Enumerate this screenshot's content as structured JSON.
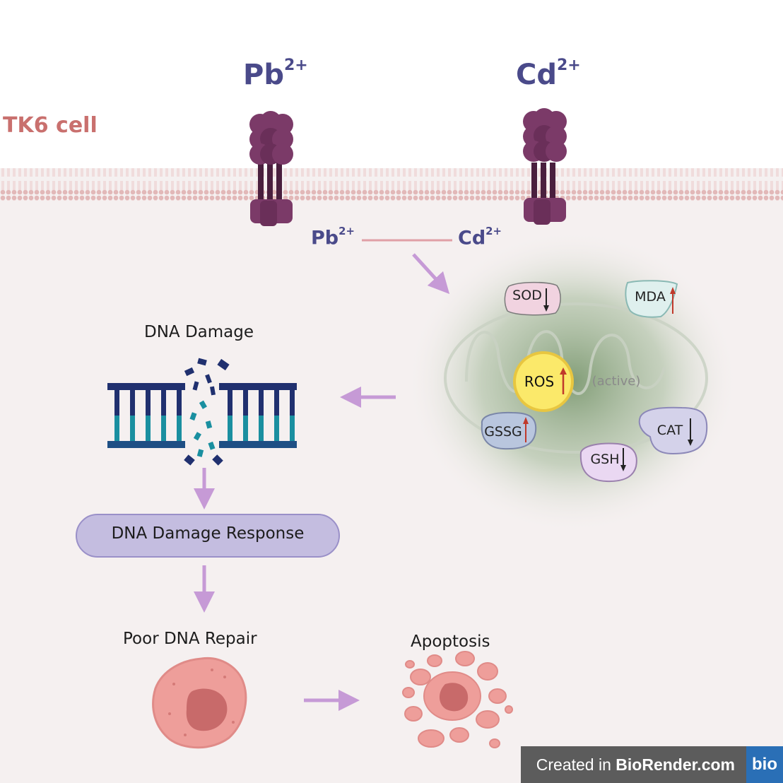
{
  "cell_label": "TK6 cell",
  "ions": {
    "pb_symbol": "Pb",
    "pb_charge": "2+",
    "cd_symbol": "Cd",
    "cd_charge": "2+"
  },
  "mito": {
    "ros": "ROS",
    "active": "(active)",
    "markers": [
      {
        "label": "SOD",
        "trend": "down"
      },
      {
        "label": "MDA",
        "trend": "up"
      },
      {
        "label": "GSSG",
        "trend": "up"
      },
      {
        "label": "CAT",
        "trend": "down"
      },
      {
        "label": "GSH",
        "trend": "down"
      }
    ]
  },
  "stages": {
    "dna_damage": "DNA Damage",
    "ddr": "DNA Damage Response",
    "poor_repair": "Poor DNA Repair",
    "apoptosis": "Apoptosis"
  },
  "badge": {
    "prefix": "Created in ",
    "brand": "BioRender.com",
    "logo": "bio"
  },
  "colors": {
    "ion_text": "#4a4a8a",
    "cell_text": "#c9706e",
    "arrow": "#c69ad6",
    "channel": "#7b3a68",
    "ros_fill": "#fbe96a",
    "up_arrow": "#c0392b",
    "dna_dark": "#20306f",
    "dna_teal": "#1a8fa0"
  }
}
